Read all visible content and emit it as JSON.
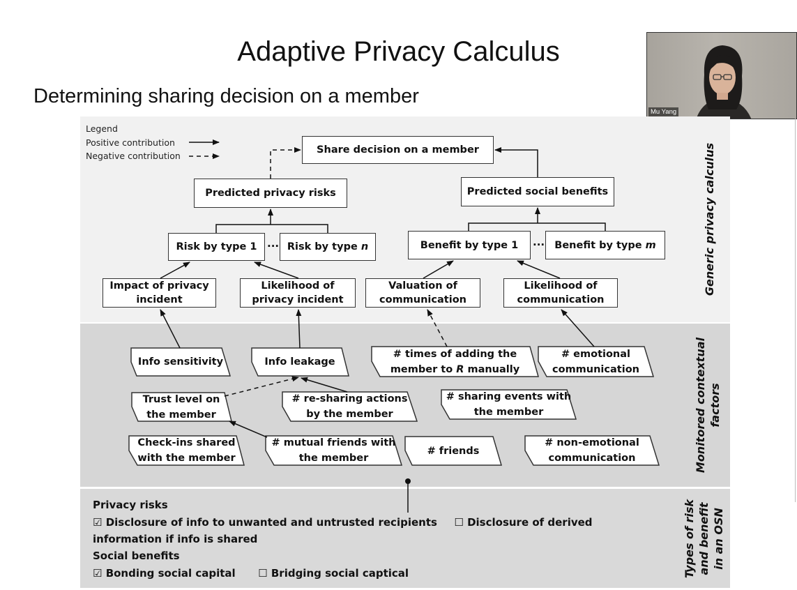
{
  "slide": {
    "title": "Adaptive Privacy Calculus",
    "subtitle": "Determining sharing decision on a member"
  },
  "webcam": {
    "name": "Mu Yang"
  },
  "legend": {
    "title": "Legend",
    "positive": "Positive contribution",
    "negative": "Negative contribution"
  },
  "section_labels": {
    "generic": "Generic privacy calculus",
    "monitored_line1": "Monitored contextual",
    "monitored_line2": "factors",
    "types_line1": "Types of risk",
    "types_line2": "and benefit",
    "types_line3": "in an OSN"
  },
  "nodes": {
    "share_decision": "Share decision on a member",
    "predicted_risks": "Predicted privacy risks",
    "predicted_benefits": "Predicted social benefits",
    "risk_type1": "Risk by type 1",
    "risk_typen_prefix": "Risk by type ",
    "risk_typen_var": "n",
    "benefit_type1": "Benefit by type 1",
    "benefit_typem_prefix": "Benefit by type ",
    "benefit_typem_var": "m",
    "impact_l1": "Impact of privacy",
    "impact_l2": "incident",
    "likelihood_priv_l1": "Likelihood of",
    "likelihood_priv_l2": "privacy incident",
    "valuation_l1": "Valuation of",
    "valuation_l2": "communication",
    "likelihood_comm_l1": "Likelihood of",
    "likelihood_comm_l2": "communication",
    "ellipsis": "..."
  },
  "factors": {
    "info_sensitivity": "Info sensitivity",
    "info_leakage": "Info leakage",
    "times_adding_l1": "# times of adding the",
    "times_adding_l2a": "member to ",
    "times_adding_l2var": "R",
    "times_adding_l2b": " manually",
    "emotional_l1": "# emotional",
    "emotional_l2": "communication",
    "trust_l1": "Trust level on",
    "trust_l2": "the member",
    "resharing_l1": "# re-sharing actions",
    "resharing_l2": "by the member",
    "sharing_events_l1": "# sharing events with",
    "sharing_events_l2": "the member",
    "checkins_l1": "Check-ins shared",
    "checkins_l2": "with the member",
    "mutual_l1": "# mutual friends with",
    "mutual_l2": "the member",
    "friends": "# friends",
    "nonemotional_l1": "# non-emotional",
    "nonemotional_l2": "communication"
  },
  "types": {
    "privacy_heading": "Privacy risks",
    "checked_glyph": "☑",
    "unchecked_glyph": "☐",
    "privacy_opt1": "Disclosure of info to unwanted and untrusted recipients",
    "privacy_opt2_l1": "Disclosure of derived",
    "privacy_opt2_l2": "information if info is shared",
    "social_heading": "Social benefits",
    "social_opt1": "Bonding social capital",
    "social_opt2": "Bridging social captical"
  }
}
